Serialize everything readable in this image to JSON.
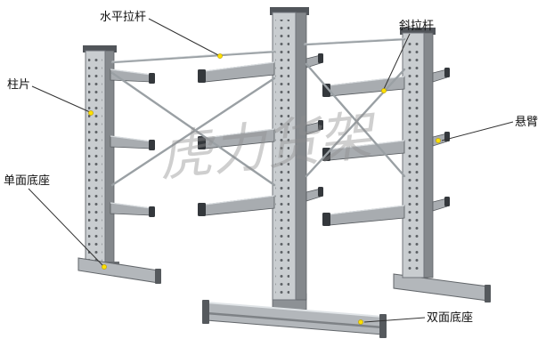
{
  "diagram": {
    "watermark": "虎力货架",
    "labels": {
      "horizontal_tie_rod": "水平拉杆",
      "diagonal_tie_rod": "斜拉杆",
      "column_panel": "柱片",
      "cantilever_arm": "悬臂",
      "single_sided_base": "单面底座",
      "double_sided_base": "双面底座"
    },
    "colors": {
      "marker": "#ffe000"
    }
  }
}
